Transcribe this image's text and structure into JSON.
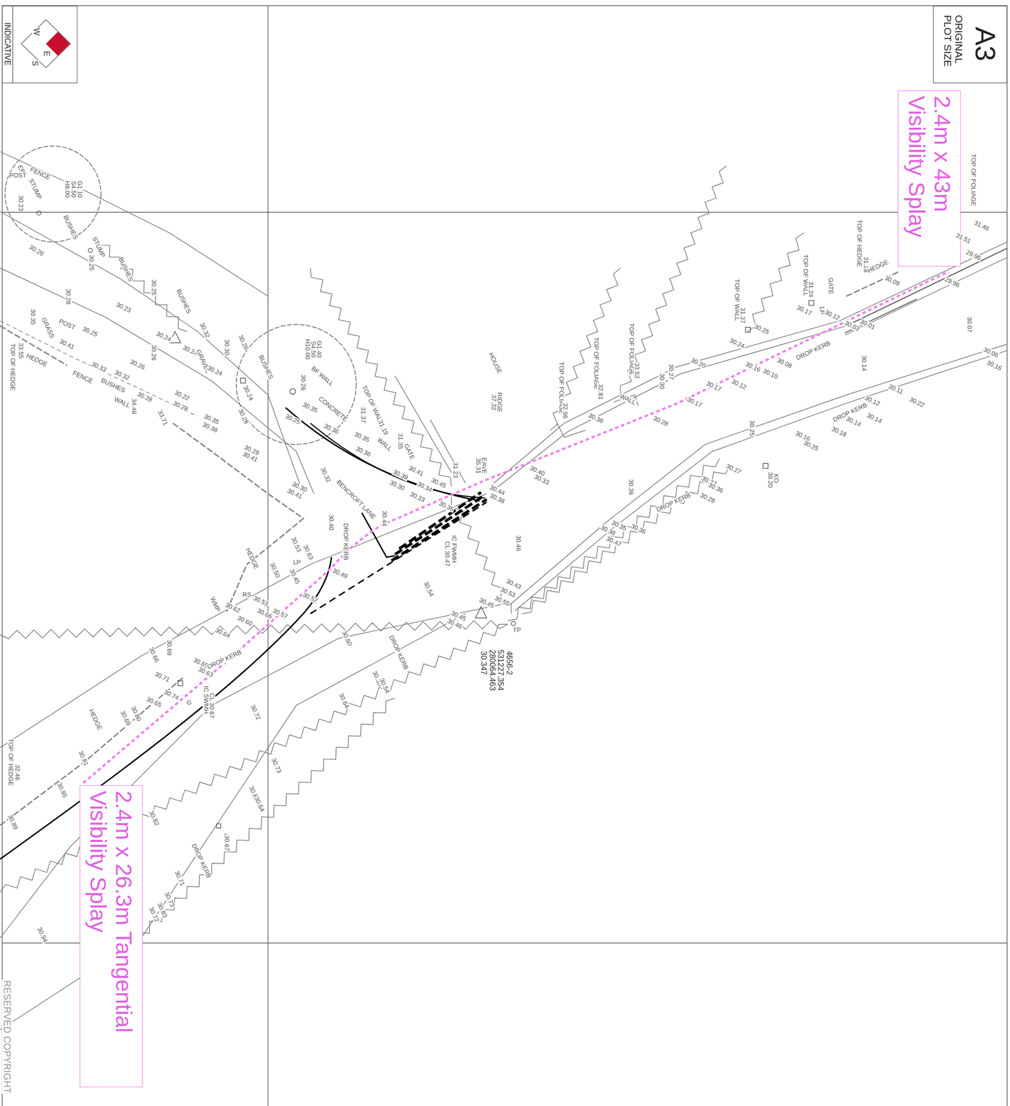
{
  "diagram": {
    "nodes": [
      {
        "text": [
          "INDICATIVE"
        ]
      },
      {
        "text": [
          "A3",
          "ORIGINAL PLOT SIZE"
        ]
      },
      {
        "text": [
          "2.4m x 43m Visibility Splay"
        ]
      },
      {
        "text": [
          "2.4m x 26.3m Tangential Visibility Splay"
        ]
      }
    ],
    "labels": [
      "W",
      "E",
      "S",
      "EP",
      "POST",
      "FENCE",
      "STUMP",
      "30.23",
      "G1.10",
      "S4.50",
      "H8.00",
      "BUSHES",
      "STUMP",
      "30.25",
      "BUSHES",
      "30.26",
      "30.28",
      "30.25",
      "BUSHES",
      "30.23",
      "30.35",
      "GRASS",
      "POST",
      "30.25",
      "30.41",
      "33.55",
      "HEDGE",
      "TOP OF HEDGE",
      "FENCE",
      "30.33",
      "30.32",
      "BUSHES",
      "WALL",
      "34.46",
      "30.26",
      "30.26",
      "30.28",
      "33.71",
      "30.24",
      "30.24",
      "30.32",
      "GRAVEL",
      "30.30",
      "30.24",
      "30.22",
      "30.28",
      "30.26",
      "30.35",
      "30.38",
      "30.29",
      "30.41",
      "30.30",
      "30.41",
      "G1.40",
      "S4.50",
      "H10.00",
      "BUSHES",
      "30.24",
      "30.28",
      "30.26",
      "BF WALL",
      "CONCRETE",
      "30.35",
      "30.25",
      "30.36",
      "TOP OF WALL",
      "31.37",
      "31.19",
      "WALL",
      "30.35",
      "30.36",
      "31.35",
      "GATE",
      "30.32",
      "BENCROFT LANE",
      "30.39",
      "30.30",
      "30.34",
      "30.41",
      "30.33",
      "30.45",
      "31.23",
      "30.36",
      "HOUSE",
      "RIDGE",
      "37.32",
      "EAVE",
      "35.31",
      "30.44",
      "30.38",
      "30.44",
      "IC FWMH",
      "CL 30.47",
      "30.46",
      "30.40",
      "30.33",
      "TOP OF FOLIAGE",
      "32.96",
      "TOP OF FOLIAGE",
      "32.81",
      "30.38",
      "TOP OF FOLIAGE",
      "33.53",
      "WALL",
      "30.30",
      "30.27",
      "30.28",
      "30.20",
      "30.17",
      "30.17",
      "30.12",
      "30.16",
      "30.10",
      "30.08",
      "30.25",
      "30.36",
      "TOP OF WALL",
      "31.37",
      "30.24",
      "30.25",
      "TOP OF WALL",
      "31.24",
      "30.17",
      "LP",
      "GATE",
      "30.12",
      "TOP OF HEDGE",
      "31.28",
      "HEDGE",
      "30.09",
      "30.03",
      "30.01",
      "DROP KERB",
      "30.14",
      "30.07",
      "30.06",
      "30.16",
      "31.46",
      "31.51",
      "29.96",
      "29.96",
      "TOP OF FOLIAGE",
      "30.11",
      "30.12",
      "30.22",
      "DROP KERB",
      "30.14",
      "30.14",
      "30.16",
      "30.18",
      "30.25",
      "KO",
      "30.20",
      "30.27",
      "30.27",
      "30.36",
      "30.28",
      "DROP KERB",
      "30.35",
      "30.36",
      "30.38",
      "30.47",
      "30.54",
      "30.43",
      "30.53",
      "30.55",
      "30.45",
      "30.45",
      "30.46",
      "TP",
      "4656-2",
      "531227.354",
      "280064.463",
      "30.347",
      "HEDGE",
      "30.40",
      "DROP KERB",
      "30.53",
      "30.63",
      "LP",
      "30.50",
      "30.45",
      "30.49",
      "30.52",
      "RS",
      "WMP",
      "30.62",
      "30.53",
      "30.60",
      "30.64",
      "30.66",
      "30.57",
      "30.60",
      "30.69",
      "30.66",
      "30.71",
      "30.65",
      "30.63",
      "30.74",
      "30.65",
      "DROP KERB",
      "G",
      "IC SWMH",
      "CL 30.67",
      "30.80",
      "30.69",
      "30.72",
      "DROP KERB",
      "30.53",
      "30.54",
      "30.64",
      "30.81",
      "HEDGE",
      "TOP OF HEDGE",
      "32.46",
      "30.85",
      "30.89",
      "30.82",
      "30.73",
      "30.82",
      "30.64",
      "G",
      "30.67",
      "DROP KERB",
      "30.71",
      "30.73",
      "30.83",
      "30.72",
      "30.94",
      "RESERVED COPYRIGHT"
    ]
  }
}
